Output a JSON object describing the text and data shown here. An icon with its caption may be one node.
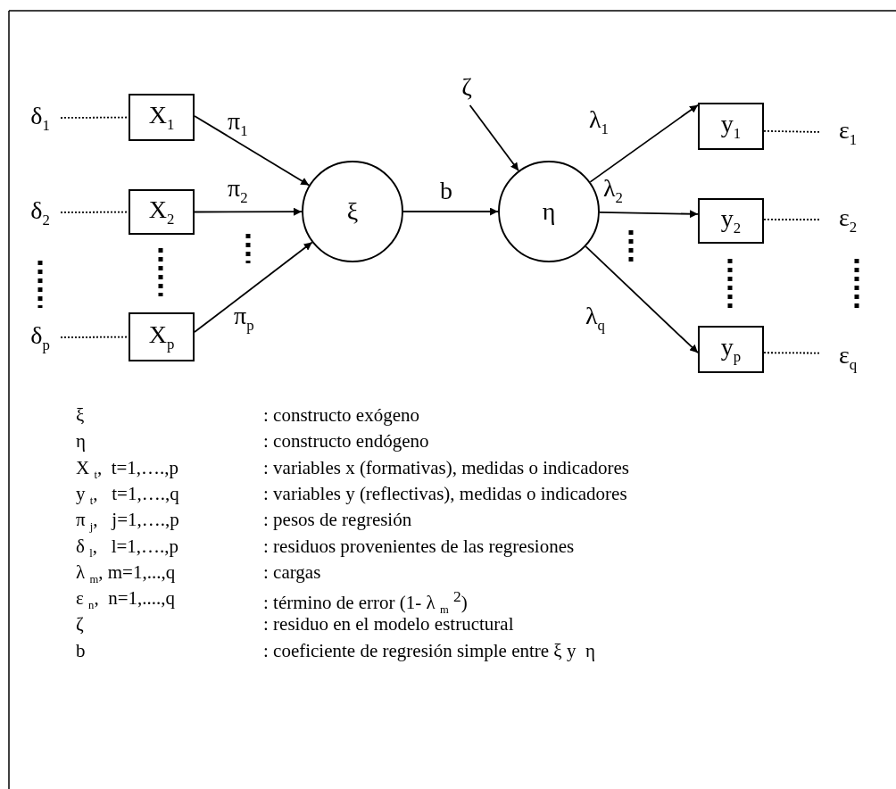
{
  "diagram": {
    "nodes": [
      {
        "text": [
          "δ$_{1}$"
        ]
      },
      {
        "text": [
          "X$_{1}$"
        ]
      },
      {
        "text": [
          "δ$_{2}$"
        ]
      },
      {
        "text": [
          "X$_{2}$"
        ]
      },
      {
        "text": [
          "δ$_{p}$"
        ]
      },
      {
        "text": [
          "X$_{p}$"
        ]
      },
      {
        "text": [
          "ξ"
        ]
      },
      {
        "text": [
          "ζ"
        ]
      },
      {
        "text": [
          "η"
        ]
      },
      {
        "text": [
          "y$_{1}$"
        ]
      },
      {
        "text": [
          "ε$_{1}$"
        ]
      },
      {
        "text": [
          "y$_{2}$"
        ]
      },
      {
        "text": [
          "ε$_{2}$"
        ]
      },
      {
        "text": [
          "y$_{p}$"
        ]
      },
      {
        "text": [
          "ε$_{q}$"
        ]
      }
    ],
    "edges": [
      {
        "from": 0,
        "to": 1,
        "arrow": "none",
        "style": "dashed"
      },
      {
        "from": 1,
        "to": 6,
        "arrow": "to",
        "label": "π$_{1}$"
      },
      {
        "from": 3,
        "to": 6,
        "arrow": "to",
        "label": "π$_{2}$"
      },
      {
        "from": 5,
        "to": 6,
        "arrow": "to",
        "label": "π$_{p}$"
      },
      {
        "from": 2,
        "to": 3,
        "arrow": "none",
        "style": "dashed"
      },
      {
        "from": 4,
        "to": 5,
        "arrow": "none",
        "style": "dashed"
      },
      {
        "from": 6,
        "to": 8,
        "arrow": "to",
        "label": "b"
      },
      {
        "from": 7,
        "to": 8,
        "arrow": "to"
      },
      {
        "from": 8,
        "to": 9,
        "arrow": "to",
        "label": "λ$_{1}$"
      },
      {
        "from": 8,
        "to": 11,
        "arrow": "to",
        "label": "λ$_{2}$"
      },
      {
        "from": 8,
        "to": 13,
        "arrow": "to",
        "label": "λ$_{q}$"
      },
      {
        "from": 9,
        "to": 10,
        "arrow": "none",
        "style": "dashed"
      },
      {
        "from": 11,
        "to": 12,
        "arrow": "none",
        "style": "dashed"
      },
      {
        "from": 13,
        "to": 14,
        "arrow": "none",
        "style": "dashed"
      }
    ],
    "labels": [
      "ξ",
      ": constructo exógeno",
      "η",
      ": constructo endógeno",
      "X $_{t}$,  t=1,….,p",
      ": variables x (formativas), medidas o indicadores",
      "y $_{t}$,   t=1,….,q",
      ": variables y (reflectivas), medidas o indicadores",
      "π $_{j}$,   j=1,….,p",
      ": pesos de regresión",
      "δ $_{l}$,   l=1,….,p",
      ": residuos provenientes de las regresiones",
      "λ $_{m}$, m=1,...,q",
      ": cargas",
      "ε $_{n}$,  n=1,....,q",
      ": término de error (1- λ $_{m}$ $^{2}$)",
      "ζ",
      ": residuo en el modelo estructural",
      "b",
      ": coeficiente de regresión simple entre ξ y  η"
    ]
  }
}
